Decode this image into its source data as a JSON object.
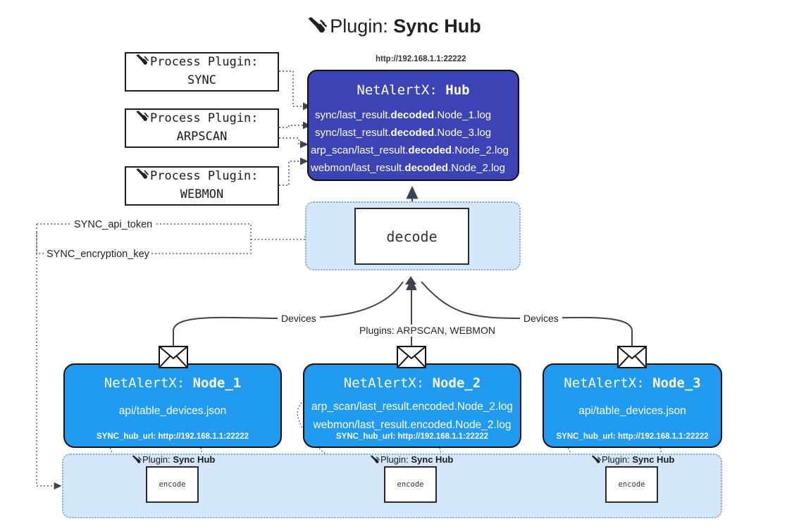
{
  "title": {
    "icon": "plug-icon",
    "prefix": "Plugin: ",
    "name": "Sync Hub"
  },
  "process_plugins": [
    {
      "icon": "plug-icon",
      "line1": "Process Plugin:",
      "line2": "SYNC"
    },
    {
      "icon": "plug-icon",
      "line1": "Process Plugin:",
      "line2": "ARPSCAN"
    },
    {
      "icon": "plug-icon",
      "line1": "Process Plugin:",
      "line2": "WEBMON"
    }
  ],
  "hub": {
    "url": "http://192.168.1.1:22222",
    "title_prefix": "NetAlertX: ",
    "title_name": "Hub",
    "logs": [
      {
        "pre": "sync/last_result.",
        "em": "decoded",
        "post": ".Node_1.log"
      },
      {
        "pre": "sync/last_result.",
        "em": "decoded",
        "post": ".Node_3.log"
      },
      {
        "pre": "arp_scan/last_result.",
        "em": "decoded",
        "post": ".Node_2.log"
      },
      {
        "pre": "webmon/last_result.",
        "em": "decoded",
        "post": ".Node_2.log"
      }
    ]
  },
  "decode": {
    "label": "decode"
  },
  "config": {
    "api_token": "SYNC_api_token",
    "encryption_key": "SYNC_encryption_key"
  },
  "edge_labels": {
    "devices_left": "Devices",
    "plugins_center": "Plugins: ARPSCAN, WEBMON",
    "devices_right": "Devices"
  },
  "nodes": [
    {
      "title_prefix": "NetAlertX: ",
      "title_name": "Node_1",
      "lines": [
        "api/table_devices.json"
      ],
      "footer": "SYNC_hub_url: http://192.168.1.1:22222",
      "icon": "envelope-icon"
    },
    {
      "title_prefix": "NetAlertX: ",
      "title_name": "Node_2",
      "lines": [
        "arp_scan/last_result.encoded.Node_2.log",
        "webmon/last_result.encoded.Node_2.log"
      ],
      "footer": "SYNC_hub_url: http://192.168.1.1:22222",
      "icon": "envelope-icon"
    },
    {
      "title_prefix": "NetAlertX: ",
      "title_name": "Node_3",
      "lines": [
        "api/table_devices.json"
      ],
      "footer": "SYNC_hub_url: http://192.168.1.1:22222",
      "icon": "envelope-icon"
    }
  ],
  "encoders": [
    {
      "caption_prefix": "Plugin: ",
      "caption_name": "Sync Hub",
      "label": "encode",
      "icon": "plug-icon"
    },
    {
      "caption_prefix": "Plugin: ",
      "caption_name": "Sync Hub",
      "label": "encode",
      "icon": "plug-icon"
    },
    {
      "caption_prefix": "Plugin: ",
      "caption_name": "Sync Hub",
      "label": "encode",
      "icon": "plug-icon"
    }
  ],
  "colors": {
    "hub": "#3c43b4",
    "node": "#219bf0",
    "cluster": "#d4e6f9",
    "stroke": "#2a2a2a"
  }
}
